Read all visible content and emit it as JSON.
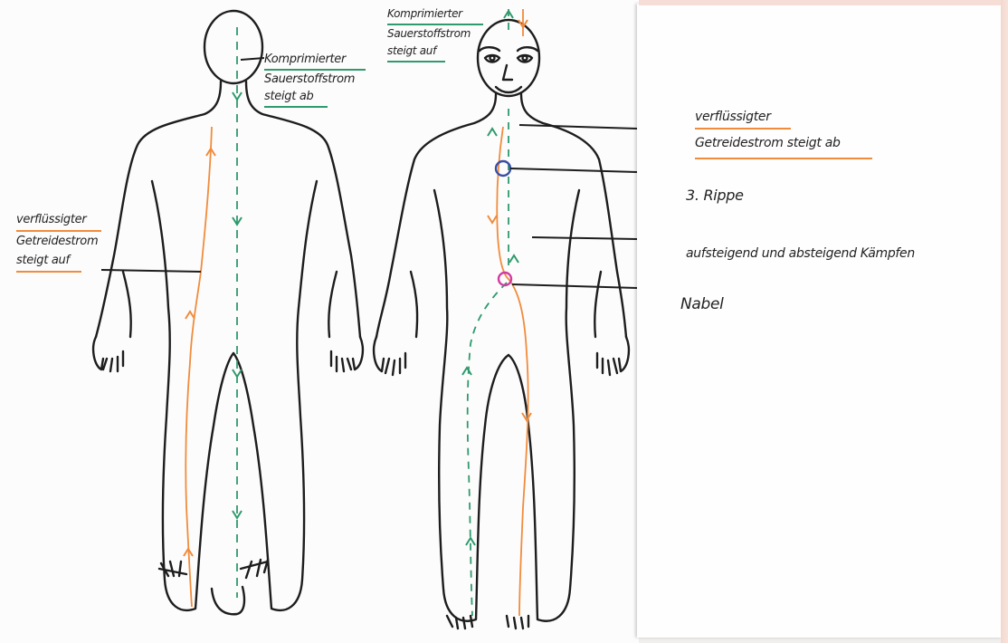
{
  "colors": {
    "ink": "#1d1d1d",
    "orange": "#f08c3c",
    "green": "#2f9a6d",
    "blue_circle": "#3a4fa6",
    "magenta_circle": "#d23aa0"
  },
  "back_figure": {
    "label_top": [
      "Komprimierter",
      "Sauerstoffstrom",
      "steigt ab"
    ],
    "label_left": [
      "verflüssigter",
      "Getreidestrom",
      "steigt auf"
    ]
  },
  "front_figure": {
    "label_top": [
      "Komprimierter",
      "Sauerstoffstrom",
      "steigt auf"
    ]
  },
  "notes": {
    "line1": [
      "verflüssigter",
      "Getreidestrom steigt ab"
    ],
    "line2": "3. Rippe",
    "line3": "aufsteigend und absteigend Kämpfen",
    "line4": "Nabel"
  }
}
